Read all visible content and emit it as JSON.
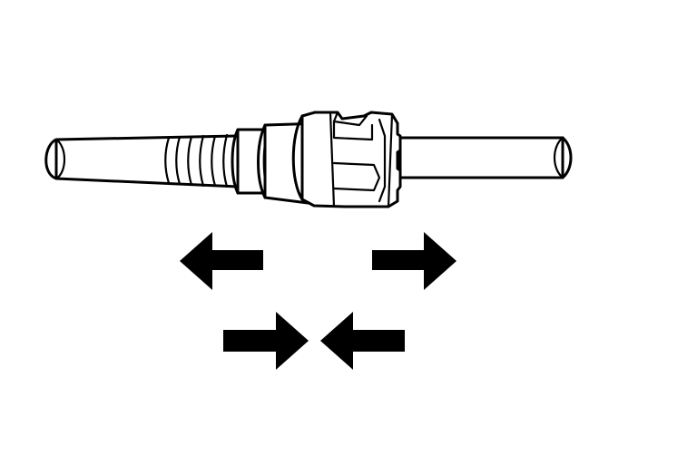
{
  "figure": {
    "subject": "fuel-line-quick-connect-fitting",
    "background": "#ffffff",
    "line_color": "#000000",
    "arrow_color": "#000000",
    "arrows": [
      {
        "name": "pull-apart-left-arrow",
        "direction": "left",
        "row": "upper"
      },
      {
        "name": "pull-apart-right-arrow",
        "direction": "right",
        "row": "upper"
      },
      {
        "name": "push-together-right-arrow",
        "direction": "right",
        "row": "lower"
      },
      {
        "name": "push-together-left-arrow",
        "direction": "left",
        "row": "lower"
      }
    ]
  }
}
